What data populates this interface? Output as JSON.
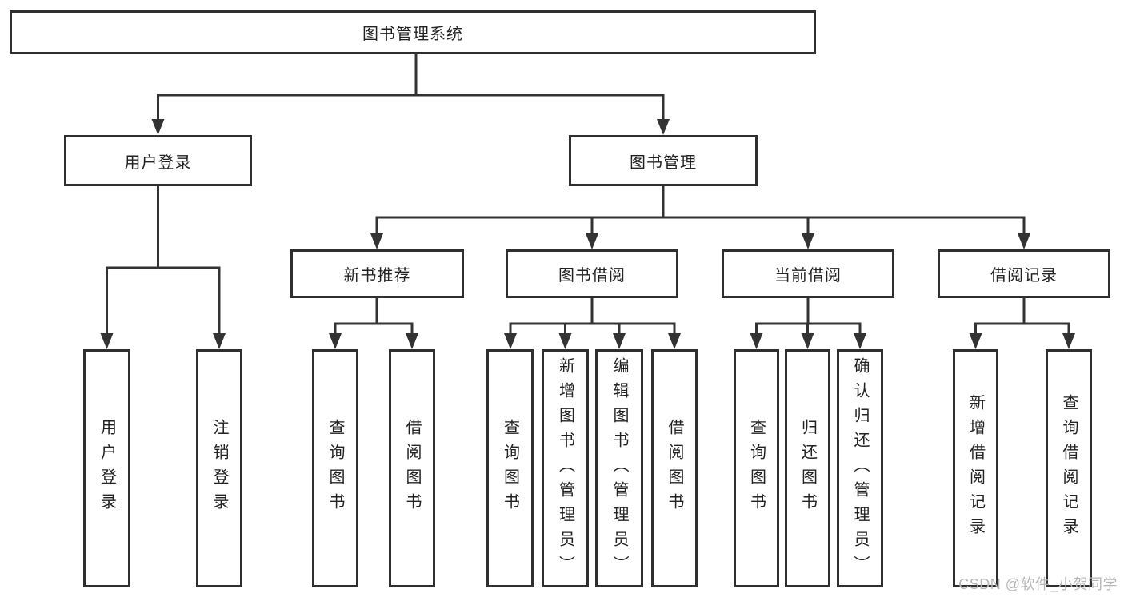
{
  "colors": {
    "line": "#333333",
    "box_border": "#2f2f2f",
    "box_fill": "#ffffff",
    "text": "#222222",
    "watermark": "#b5b5b5"
  },
  "tree": {
    "root": {
      "label": "图书管理系统"
    },
    "branches": [
      {
        "label": "用户登录",
        "children": [
          {
            "label": "用户登录"
          },
          {
            "label": "注销登录"
          }
        ]
      },
      {
        "label": "图书管理",
        "children": [
          {
            "label": "新书推荐",
            "children": [
              {
                "label": "查询图书"
              },
              {
                "label": "借阅图书"
              }
            ]
          },
          {
            "label": "图书借阅",
            "children": [
              {
                "label": "查询图书"
              },
              {
                "label": "新增图书（管理员）"
              },
              {
                "label": "编辑图书（管理员）"
              },
              {
                "label": "借阅图书"
              }
            ]
          },
          {
            "label": "当前借阅",
            "children": [
              {
                "label": "查询图书"
              },
              {
                "label": "归还图书"
              },
              {
                "label": "确认归还（管理员）"
              }
            ]
          },
          {
            "label": "借阅记录",
            "children": [
              {
                "label": "新增借阅记录"
              },
              {
                "label": "查询借阅记录"
              }
            ]
          }
        ]
      }
    ]
  },
  "watermark": {
    "text": "CSDN @软件_小贺同学"
  }
}
